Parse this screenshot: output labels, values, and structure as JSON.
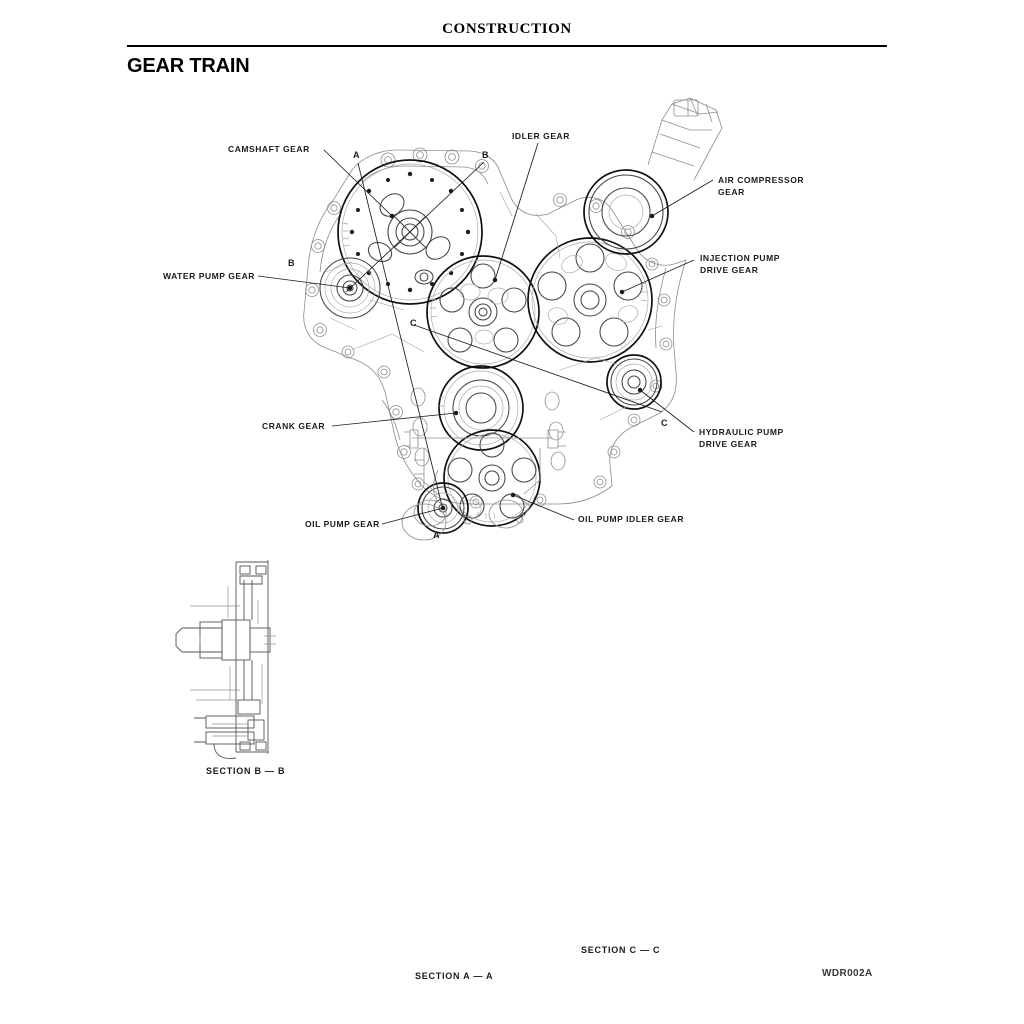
{
  "page": {
    "header_title": "CONSTRUCTION",
    "section_title": "GEAR TRAIN",
    "drawing_code": "WDR002A"
  },
  "callouts": [
    {
      "id": "camshaft-gear",
      "label": "CAMSHAFT GEAR"
    },
    {
      "id": "idler-gear",
      "label": "IDLER GEAR"
    },
    {
      "id": "air-compressor-gear",
      "label": "AIR COMPRESSOR\nGEAR"
    },
    {
      "id": "injection-pump-drive-gear",
      "label": "INJECTION PUMP\nDRIVE GEAR"
    },
    {
      "id": "water-pump-gear",
      "label": "WATER PUMP GEAR"
    },
    {
      "id": "crank-gear",
      "label": "CRANK GEAR"
    },
    {
      "id": "hydraulic-pump-drive-gear",
      "label": "HYDRAULIC PUMP\nDRIVE GEAR"
    },
    {
      "id": "oil-pump-gear",
      "label": "OIL PUMP GEAR"
    },
    {
      "id": "oil-pump-idler-gear",
      "label": "OIL PUMP IDLER GEAR"
    }
  ],
  "section_marks": [
    {
      "id": "mark-a-top",
      "label": "A"
    },
    {
      "id": "mark-b-top",
      "label": "B"
    },
    {
      "id": "mark-b-left",
      "label": "B"
    },
    {
      "id": "mark-c-center",
      "label": "C"
    },
    {
      "id": "mark-c-right",
      "label": "C"
    },
    {
      "id": "mark-a-bottom",
      "label": "A"
    }
  ],
  "section_views": [
    {
      "id": "section-b-b",
      "caption": "SECTION B — B"
    },
    {
      "id": "section-a-a",
      "caption": "SECTION A — A"
    },
    {
      "id": "section-c-c",
      "caption": "SECTION C — C"
    }
  ],
  "colors": {
    "ink": "#1a1a1a",
    "line_heavy": "#111111",
    "line_light": "#8d8d8d",
    "page_background": "#ffffff"
  }
}
